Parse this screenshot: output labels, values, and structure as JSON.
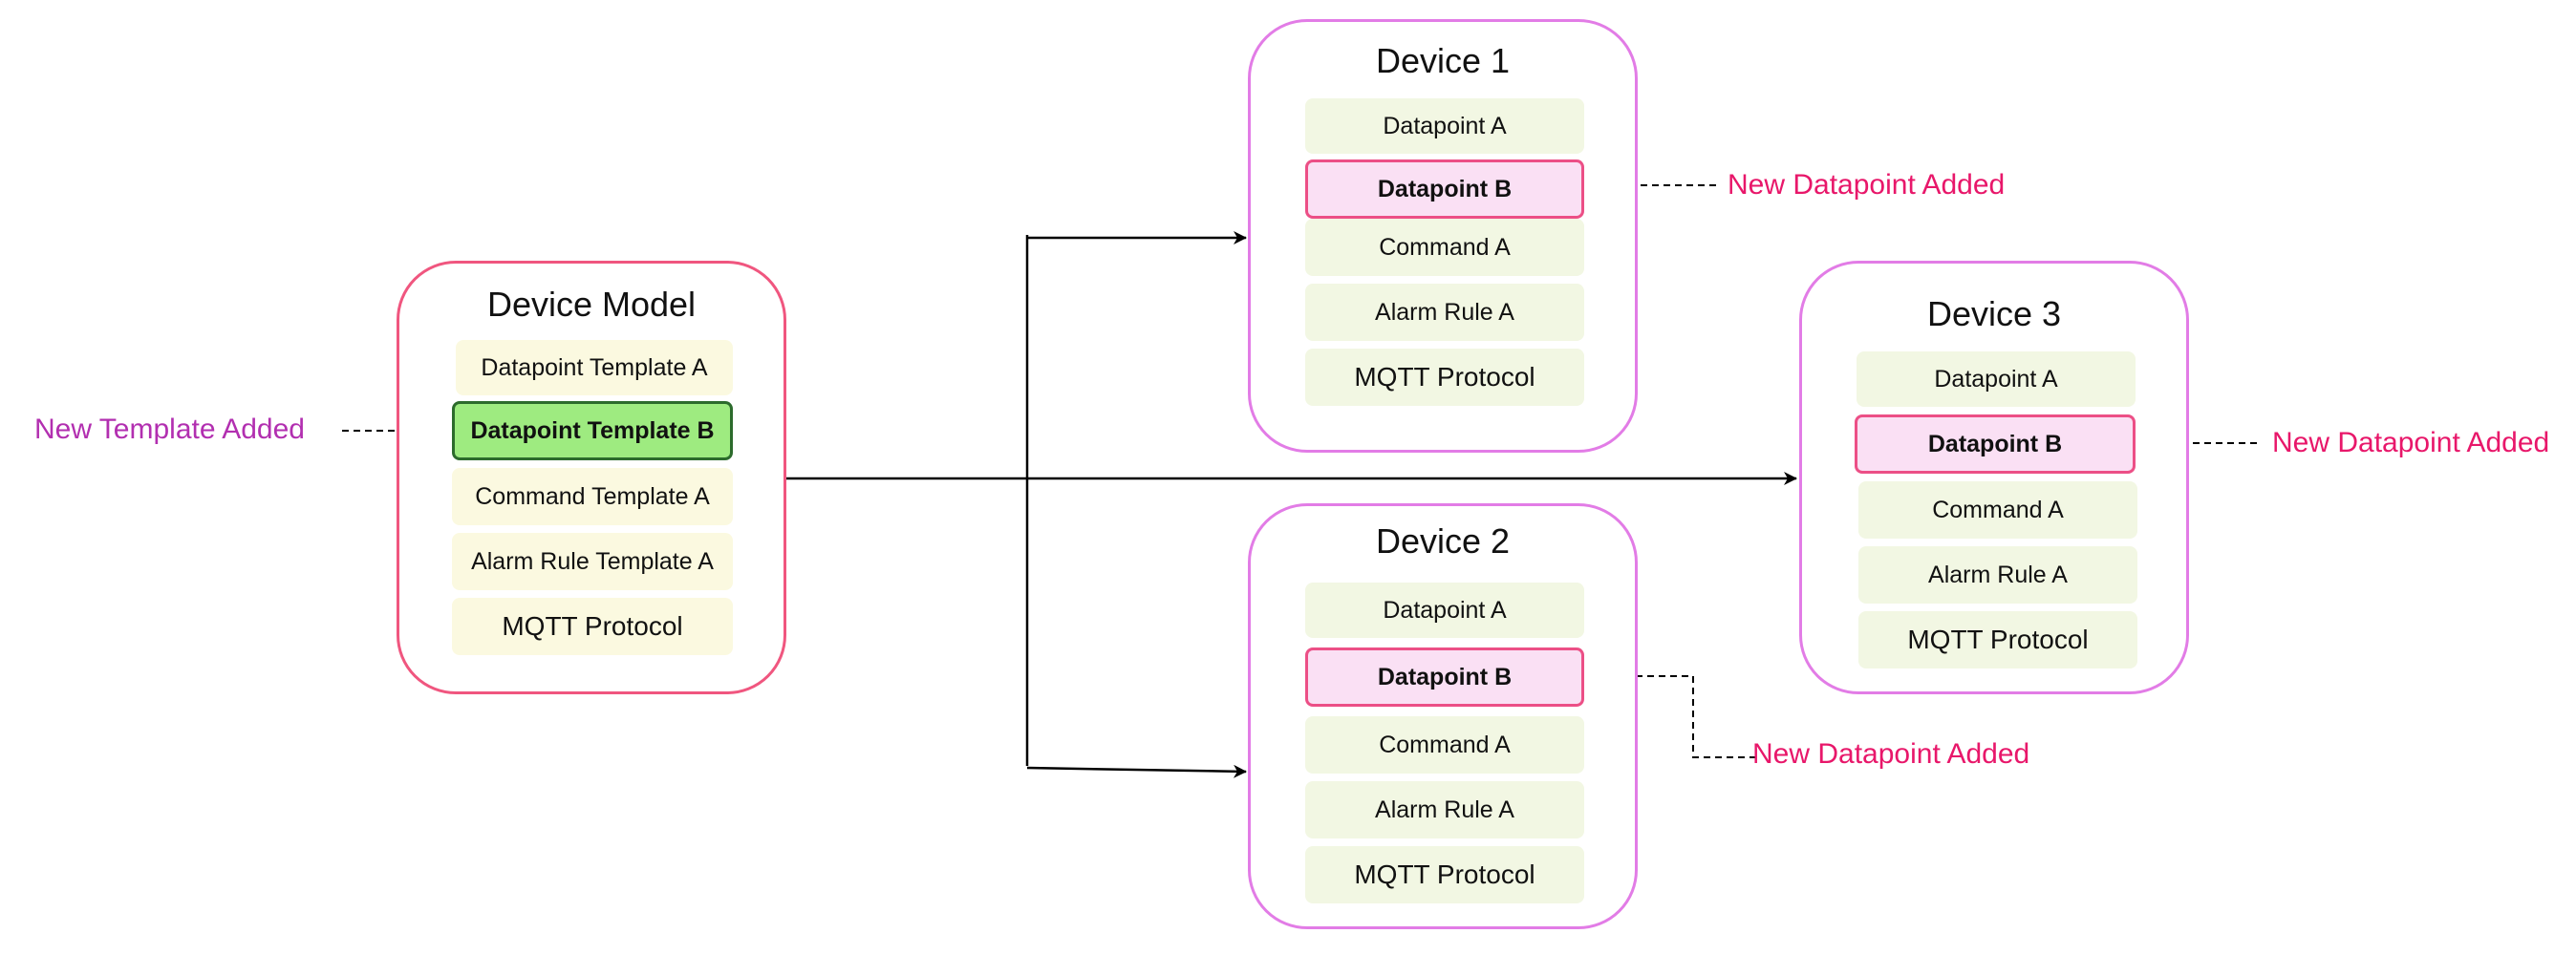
{
  "colors": {
    "device_border": "#e27ce6",
    "model_border": "#f0567f",
    "template_fill": "#fbf9e0",
    "device_fill": "#f2f7e3",
    "highlight_fill": "#fae0f4",
    "highlight_border": "#ec4f86",
    "new_template_fill": "#9eeb80",
    "new_template_border": "#2c6b2c",
    "template_note": "#b22fb0",
    "datapoint_note": "#e8176a",
    "arrow": "#000000"
  },
  "device_model": {
    "title": "Device Model",
    "items": [
      "Datapoint Template A",
      "Datapoint Template B",
      "Command Template A",
      "Alarm Rule Template A",
      "MQTT Protocol"
    ]
  },
  "device_1": {
    "title": "Device 1",
    "items": [
      "Datapoint A",
      "Datapoint B",
      "Command A",
      "Alarm Rule A",
      "MQTT Protocol"
    ]
  },
  "device_2": {
    "title": "Device 2",
    "items": [
      "Datapoint A",
      "Datapoint B",
      "Command A",
      "Alarm Rule A",
      "MQTT Protocol"
    ]
  },
  "device_3": {
    "title": "Device 3",
    "items": [
      "Datapoint A",
      "Datapoint B",
      "Command A",
      "Alarm Rule A",
      "MQTT Protocol"
    ]
  },
  "notes": {
    "new_template": "New Template Added",
    "device_1_datapoint": "New Datapoint Added",
    "device_2_datapoint": "New Datapoint Added",
    "device_3_datapoint": "New Datapoint Added"
  }
}
